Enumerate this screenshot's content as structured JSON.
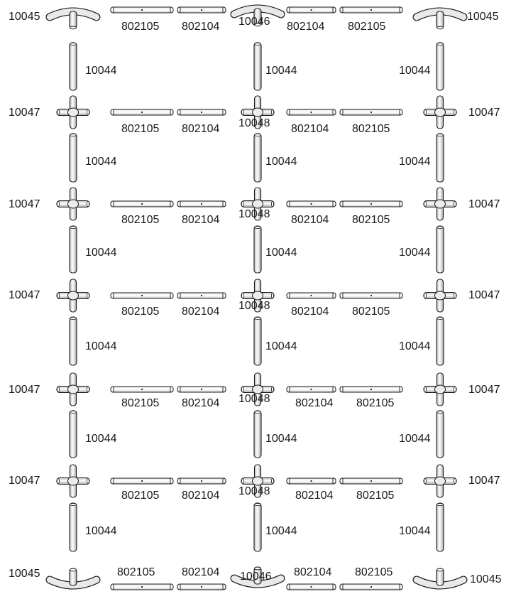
{
  "parts": {
    "elbow_end": "10045",
    "elbow_mid": "10046",
    "cross_side": "10047",
    "cross_mid": "10048",
    "pole": "10044",
    "rail_long": "802105",
    "rail_short": "802104"
  },
  "colors": {
    "stroke": "#1a1a1a",
    "tube_light": "#ffffff",
    "tube_shade": "#bdbdbd",
    "text": "#1a1a1a"
  }
}
